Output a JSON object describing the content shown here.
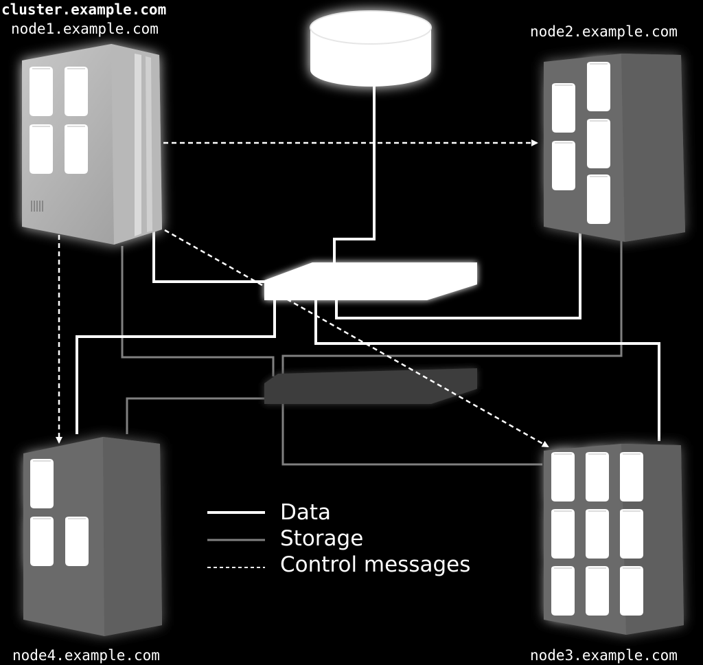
{
  "cluster": {
    "name": "cluster.example.com"
  },
  "nodes": {
    "node1": {
      "hostname": "node1.example.com"
    },
    "node2": {
      "hostname": "node2.example.com"
    },
    "node3": {
      "hostname": "node3.example.com"
    },
    "node4": {
      "hostname": "node4.example.com"
    }
  },
  "legend": {
    "data": "Data",
    "storage": "Storage",
    "control": "Control messages"
  },
  "colors": {
    "background": "#000000",
    "data_line": "#ffffff",
    "storage_line": "#8a8a8a",
    "control_line": "#ffffff",
    "node_body": "#6a6a6a",
    "disk": "#ffffff"
  }
}
